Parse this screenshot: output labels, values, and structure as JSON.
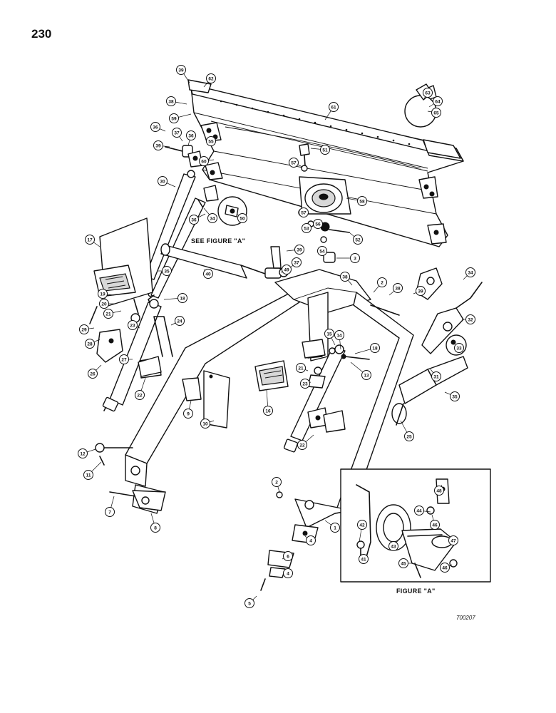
{
  "page_number": "230",
  "drawing_id": "700207",
  "see_figure_label": "SEE FIGURE \"A\"",
  "figure_a_caption": "FIGURE \"A\"",
  "callouts": [
    {
      "n": "39"
    },
    {
      "n": "62"
    },
    {
      "n": "61"
    },
    {
      "n": "38"
    },
    {
      "n": "59"
    },
    {
      "n": "63"
    },
    {
      "n": "64"
    },
    {
      "n": "65"
    },
    {
      "n": "36"
    },
    {
      "n": "37"
    },
    {
      "n": "36"
    },
    {
      "n": "55"
    },
    {
      "n": "60"
    },
    {
      "n": "51"
    },
    {
      "n": "39"
    },
    {
      "n": "57"
    },
    {
      "n": "58"
    },
    {
      "n": "30"
    },
    {
      "n": "34"
    },
    {
      "n": "50"
    },
    {
      "n": "36"
    },
    {
      "n": "57"
    },
    {
      "n": "56"
    },
    {
      "n": "53"
    },
    {
      "n": "52"
    },
    {
      "n": "54"
    },
    {
      "n": "17"
    },
    {
      "n": "39"
    },
    {
      "n": "37"
    },
    {
      "n": "3"
    },
    {
      "n": "49"
    },
    {
      "n": "35"
    },
    {
      "n": "40"
    },
    {
      "n": "38"
    },
    {
      "n": "2"
    },
    {
      "n": "38"
    },
    {
      "n": "39"
    },
    {
      "n": "34"
    },
    {
      "n": "19"
    },
    {
      "n": "20"
    },
    {
      "n": "18"
    },
    {
      "n": "21"
    },
    {
      "n": "24"
    },
    {
      "n": "23"
    },
    {
      "n": "32"
    },
    {
      "n": "29"
    },
    {
      "n": "28"
    },
    {
      "n": "27"
    },
    {
      "n": "15"
    },
    {
      "n": "14"
    },
    {
      "n": "33"
    },
    {
      "n": "26"
    },
    {
      "n": "22"
    },
    {
      "n": "18"
    },
    {
      "n": "21"
    },
    {
      "n": "31"
    },
    {
      "n": "23"
    },
    {
      "n": "13"
    },
    {
      "n": "35"
    },
    {
      "n": "9"
    },
    {
      "n": "16"
    },
    {
      "n": "10"
    },
    {
      "n": "22"
    },
    {
      "n": "25"
    },
    {
      "n": "12"
    },
    {
      "n": "11"
    },
    {
      "n": "48"
    },
    {
      "n": "2"
    },
    {
      "n": "7"
    },
    {
      "n": "44"
    },
    {
      "n": "42"
    },
    {
      "n": "46"
    },
    {
      "n": "1"
    },
    {
      "n": "8"
    },
    {
      "n": "4"
    },
    {
      "n": "41"
    },
    {
      "n": "43"
    },
    {
      "n": "47"
    },
    {
      "n": "6"
    },
    {
      "n": "45"
    },
    {
      "n": "46"
    },
    {
      "n": "4"
    },
    {
      "n": "5"
    }
  ]
}
